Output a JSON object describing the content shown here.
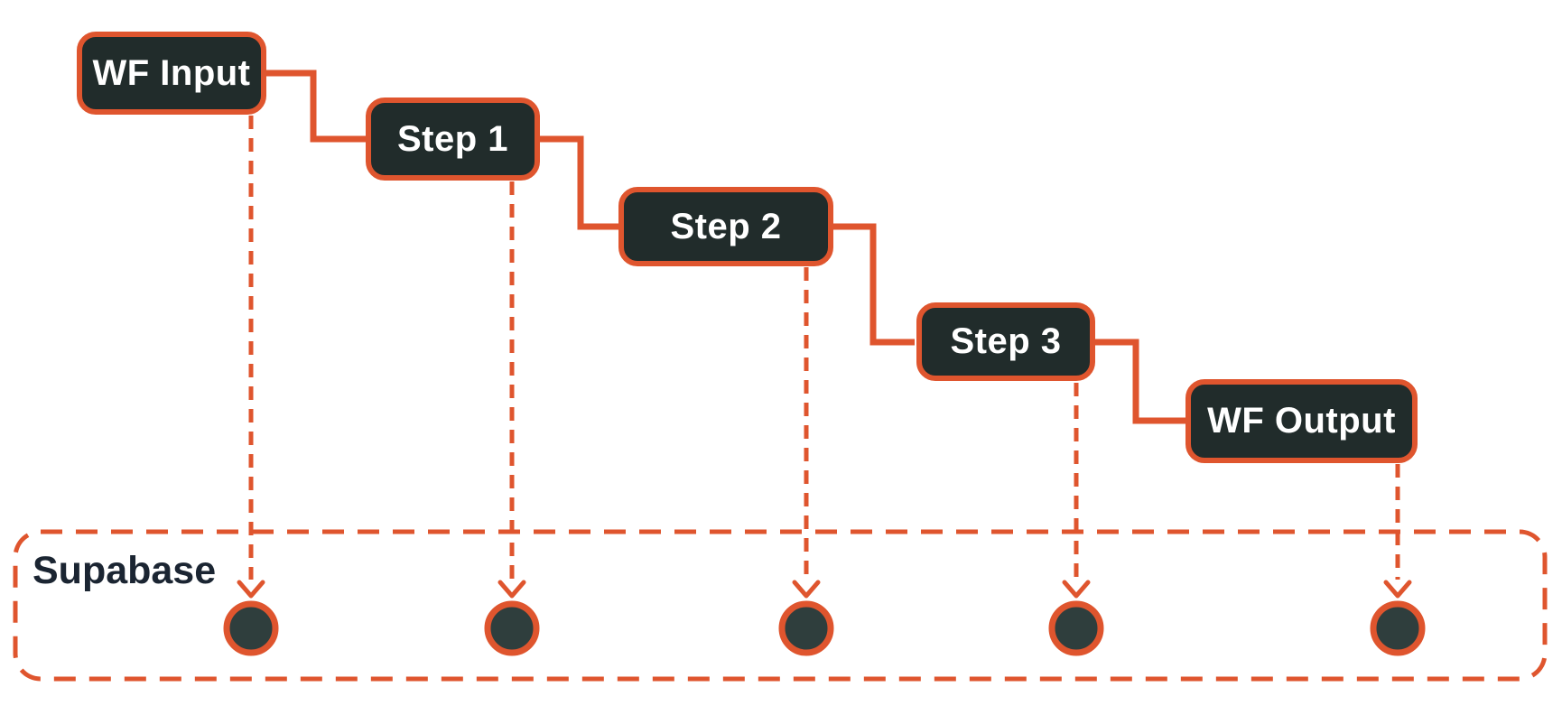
{
  "diagram": {
    "type": "workflow",
    "nodes": [
      {
        "id": "wf-input",
        "label": "WF Input"
      },
      {
        "id": "step-1",
        "label": "Step 1"
      },
      {
        "id": "step-2",
        "label": "Step 2"
      },
      {
        "id": "step-3",
        "label": "Step 3"
      },
      {
        "id": "wf-output",
        "label": "WF Output"
      }
    ],
    "edges": [
      {
        "from": "WF Input",
        "to": "Step 1"
      },
      {
        "from": "Step 1",
        "to": "Step 2"
      },
      {
        "from": "Step 2",
        "to": "Step 3"
      },
      {
        "from": "Step 3",
        "to": "WF Output"
      }
    ],
    "storage_container": {
      "label": "Supabase",
      "node_count": 5
    },
    "storage_links": [
      {
        "from": "WF Input",
        "to": "Supabase",
        "style": "dashed-arrow"
      },
      {
        "from": "Step 1",
        "to": "Supabase",
        "style": "dashed-arrow"
      },
      {
        "from": "Step 2",
        "to": "Supabase",
        "style": "dashed-arrow"
      },
      {
        "from": "Step 3",
        "to": "Supabase",
        "style": "dashed-arrow"
      },
      {
        "from": "WF Output",
        "to": "Supabase",
        "style": "dashed-arrow"
      }
    ],
    "colors": {
      "accent_orange": "#DF552E",
      "node_fill": "#212C2B",
      "node_text": "#FFFFFF",
      "circle_fill": "#2F3E3D",
      "container_label_text": "#1B2532",
      "background": "#FFFFFF"
    }
  }
}
